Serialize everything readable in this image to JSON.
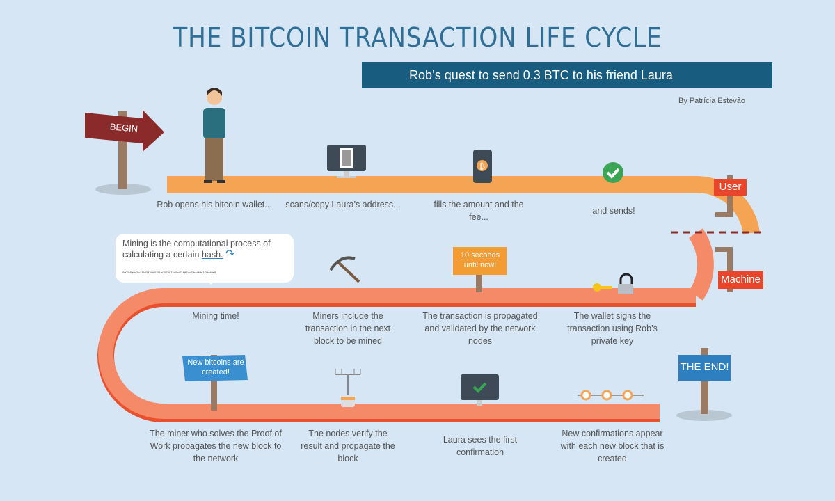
{
  "header": {
    "title": "THE BITCOIN TRANSACTION LIFE CYCLE",
    "subtitle": "Rob’s quest to send 0.3 BTC to his friend Laura",
    "author": "By Patrícia Estevão"
  },
  "signs": {
    "begin": "BEGIN",
    "user": "User",
    "machine": "Machine",
    "end": "THE END!",
    "timer": "10 seconds until now!",
    "new_bitcoins": "New bitcoins are created!"
  },
  "bubble": {
    "text_before": "Mining is the computational process of calculating a certain ",
    "text_link": "hash.",
    "hash": "0000c5a9d2fc3110391fdc0151fa7679871b0bd71fdf7cc52ba4f4fe1f2dcd9e8"
  },
  "steps": [
    "Rob opens his bitcoin wallet...",
    "scans/copy Laura’s address...",
    "fills the amount and the fee...",
    "and sends!",
    "The wallet signs the transaction using Rob’s private key",
    "The transaction is propagated and validated by the network nodes",
    "Miners include the transaction in the next block to be mined",
    "Mining time!",
    "The miner who solves the Proof of Work propagates the new block to the network",
    "The nodes verify the result and propagate the block",
    "Laura sees the first confirmation",
    "New confirmations appear with each new block that is created"
  ],
  "colors": {
    "title": "#2f6e96",
    "banner": "#185d80",
    "path_top": "#f4a452",
    "path_bottom": "#f58a68",
    "sign_red": "#e8452c",
    "sign_blue": "#2e7fc0"
  }
}
